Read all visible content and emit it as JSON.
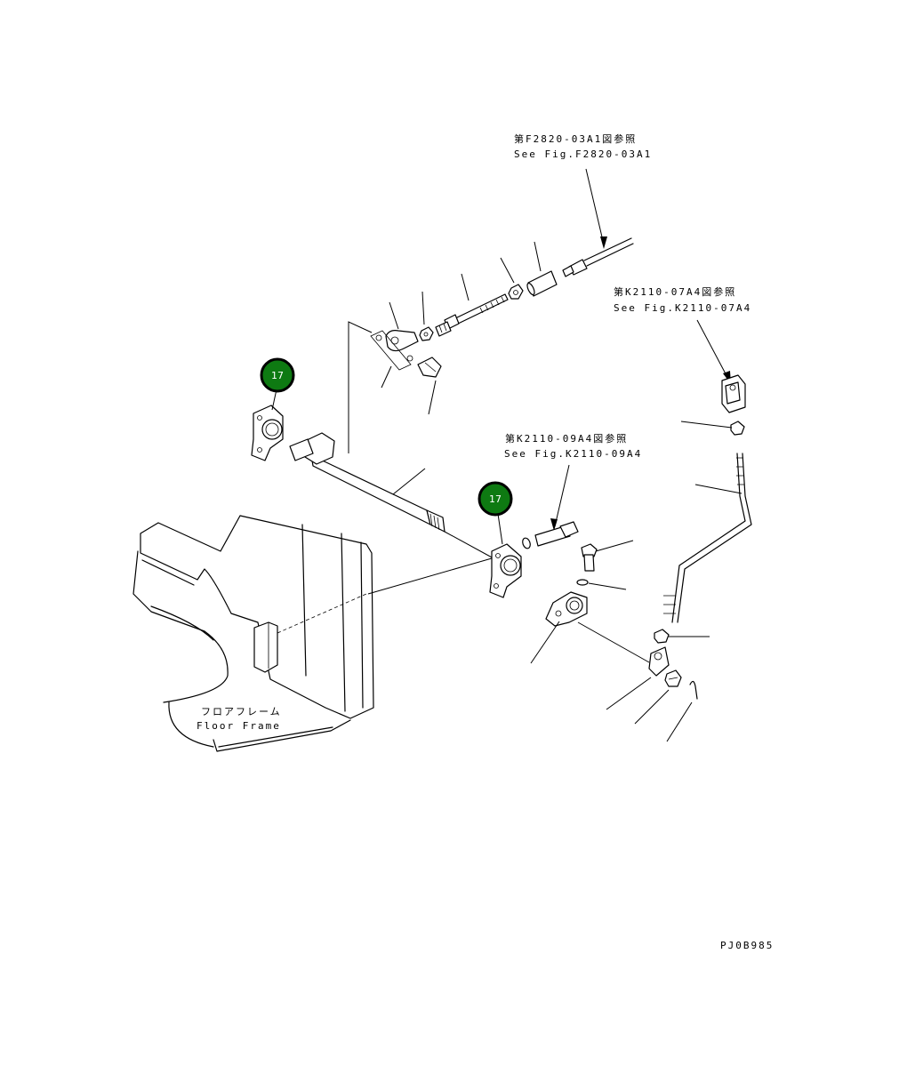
{
  "references": {
    "fig_f2820_jp": "第F2820-03A1図参照",
    "fig_f2820_en": "See Fig.F2820-03A1",
    "fig_k2110_07_jp": "第K2110-07A4図参照",
    "fig_k2110_07_en": "See Fig.K2110-07A4",
    "fig_k2110_09_jp": "第K2110-09A4図参照",
    "fig_k2110_09_en": "See Fig.K2110-09A4"
  },
  "floor_frame": {
    "label_jp": "フロアフレーム",
    "label_en": "Floor Frame"
  },
  "callouts": [
    {
      "number": "17"
    },
    {
      "number": "17"
    }
  ],
  "drawing_code": "PJ0B985",
  "colors": {
    "callout_fill": "#0e7a12",
    "callout_border": "#000000",
    "line": "#000000",
    "background": "#ffffff"
  }
}
